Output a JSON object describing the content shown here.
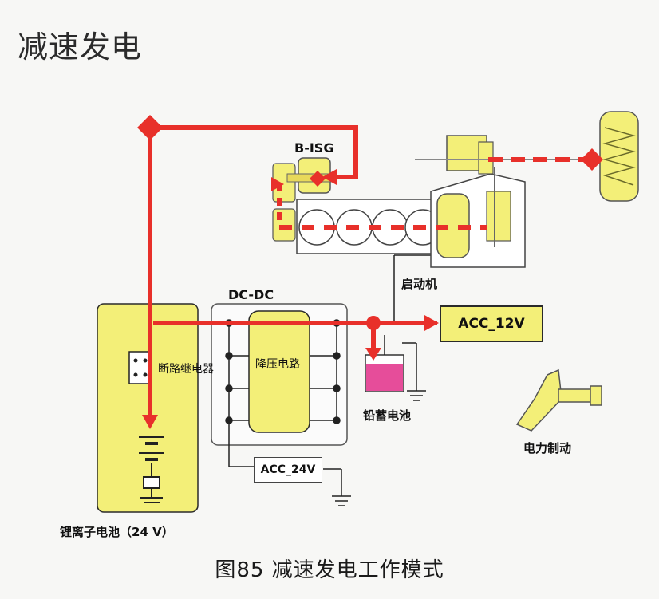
{
  "page_title": "减速发电",
  "caption": "图85  减速发电工作模式",
  "labels": {
    "b_isg": "B-ISG",
    "starter": "启动机",
    "dcdc": "DC-DC",
    "step_down": "降压电路",
    "breaker_relay": "断路继电器",
    "acc_12v": "ACC_12V",
    "acc_24v": "ACC_24V",
    "lead_acid": "铅蓄电池",
    "li_battery": "锂离子电池（24 V）",
    "regen_braking": "电力制动"
  },
  "colors": {
    "energy_flow": "#e8302a",
    "component_fill": "#f3ef78",
    "outline": "#2a2a2a",
    "lead_acid_fill": "#e64d9a"
  },
  "icons": [
    "brake-pedal-icon",
    "ground-icon",
    "battery-icon",
    "relay-icon",
    "wheel-icon",
    "engine-icon",
    "transmission-icon"
  ]
}
